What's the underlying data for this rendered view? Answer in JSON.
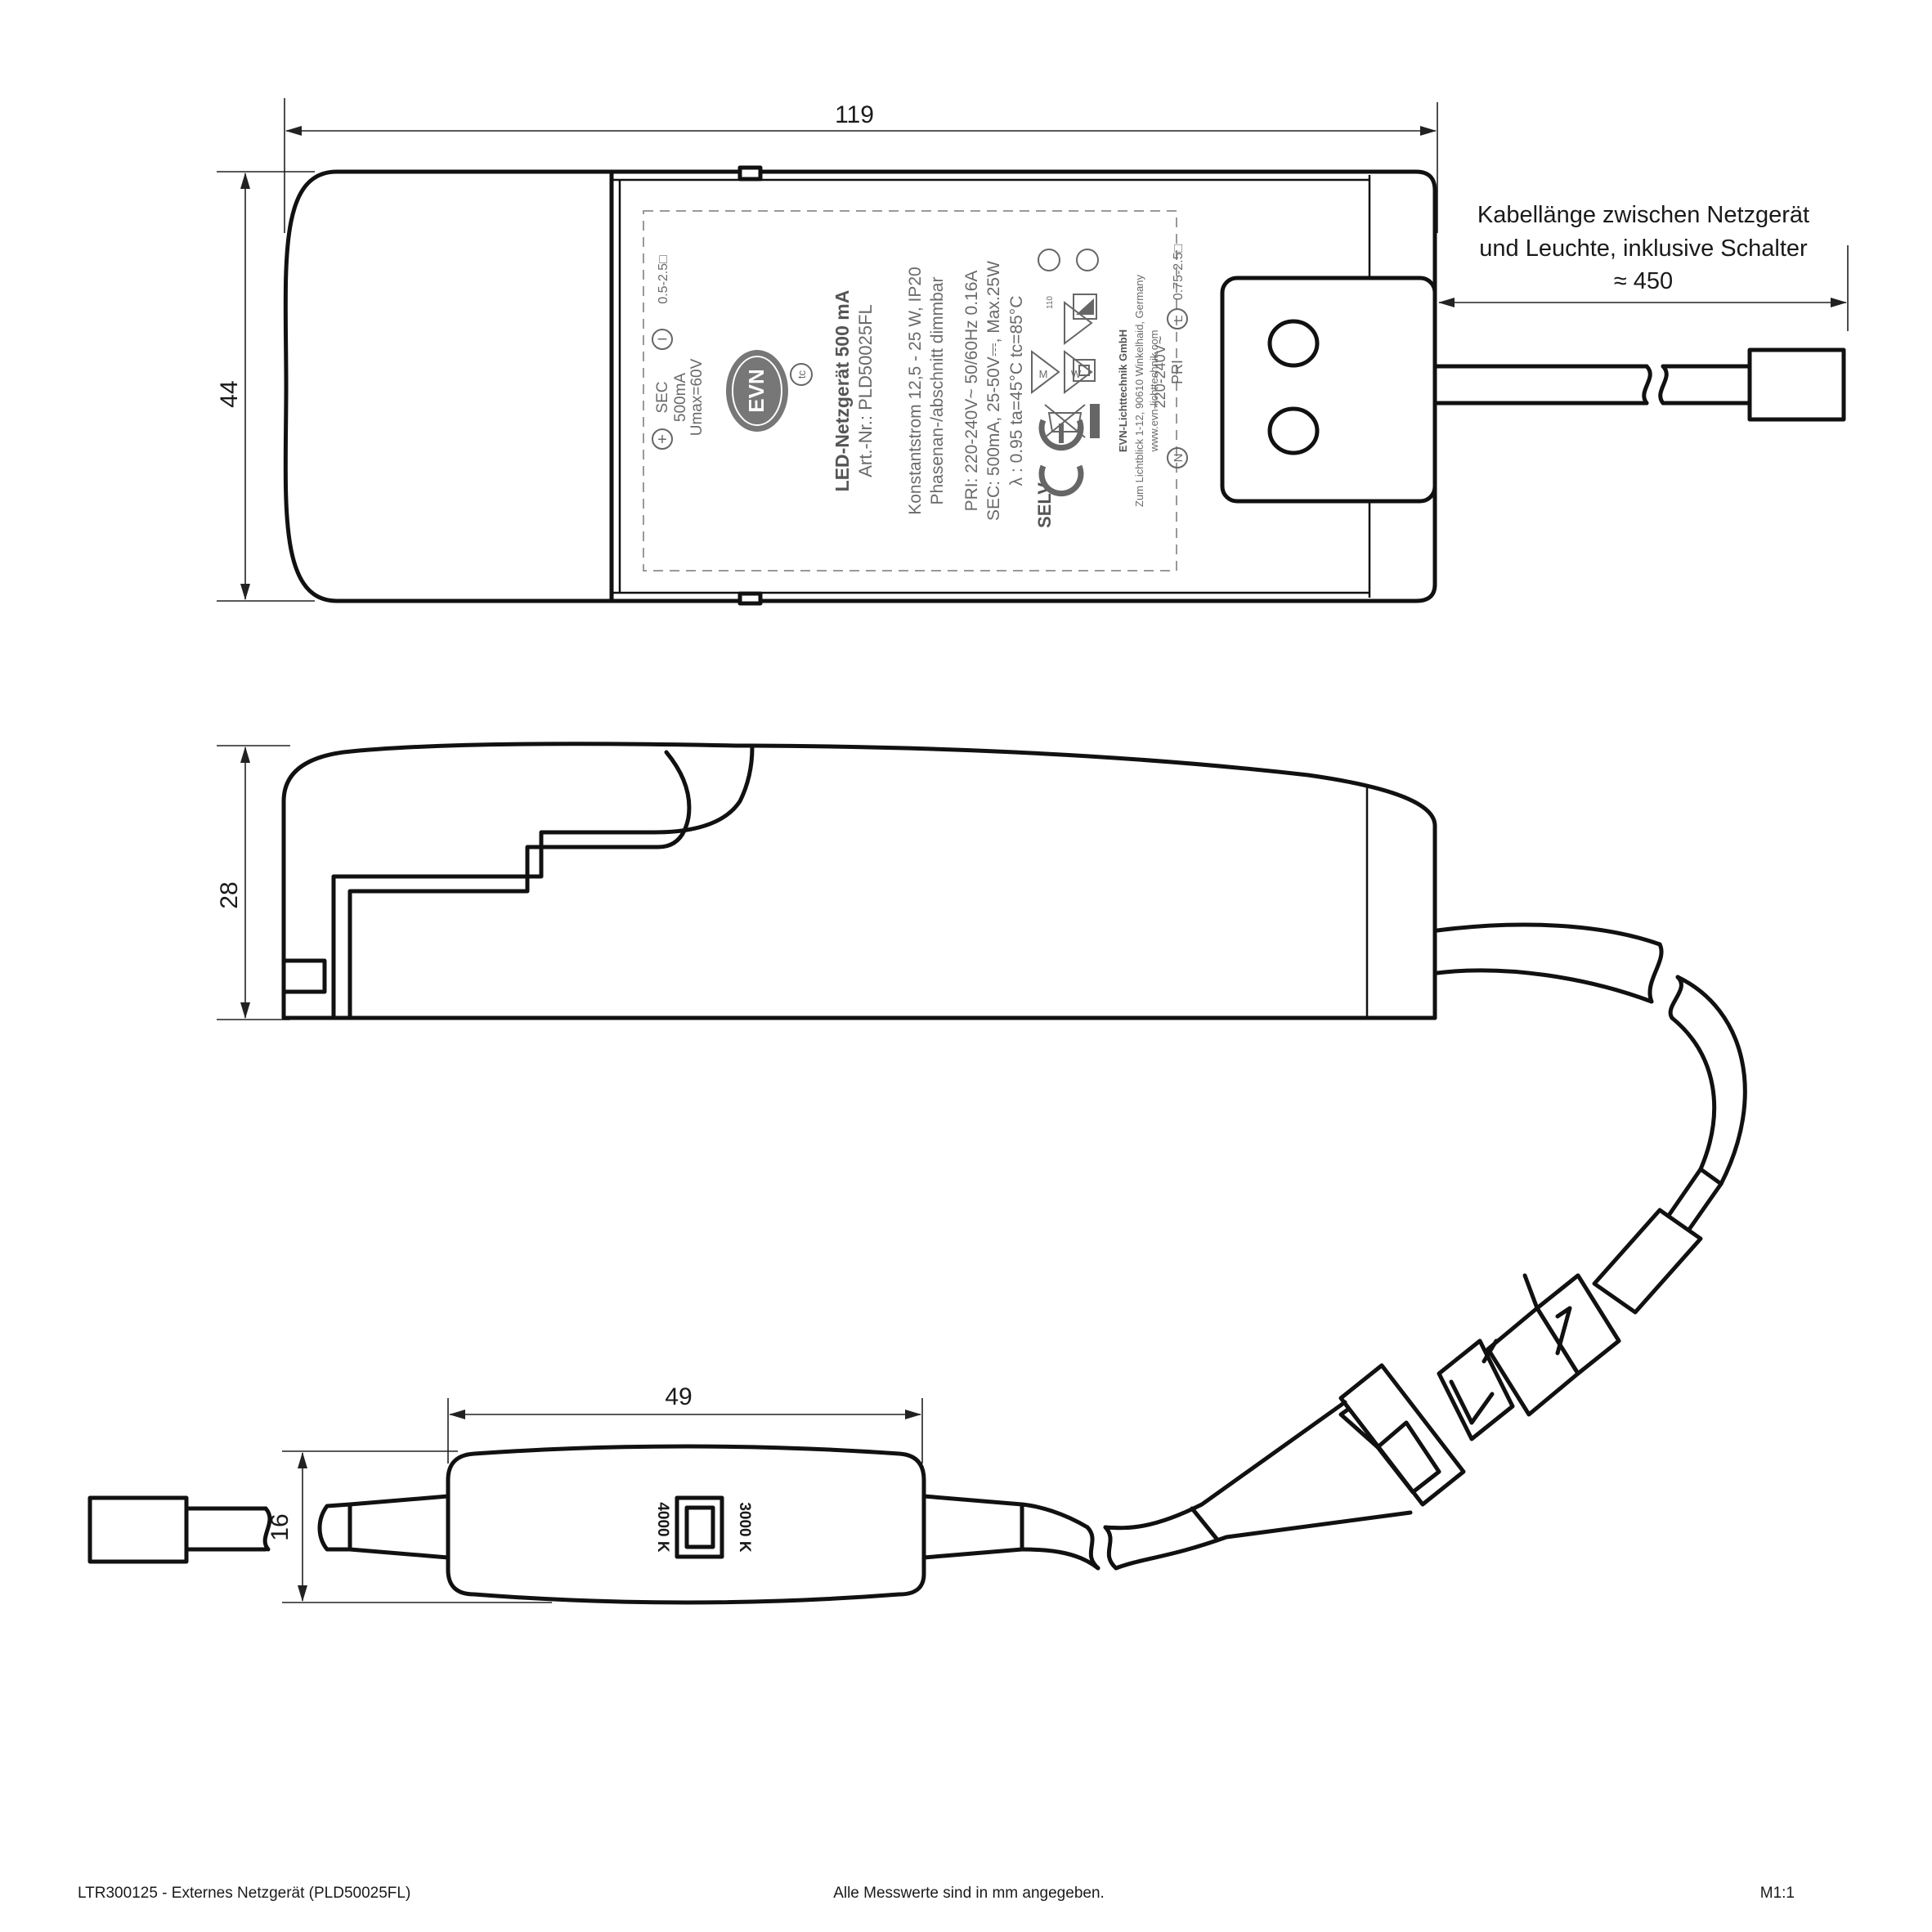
{
  "dimensions": {
    "width": "119",
    "height_top": "44",
    "height_side": "28",
    "switch_width": "49",
    "switch_height": "16"
  },
  "cable_note": {
    "line1": "Kabellänge zwischen Netzgerät",
    "line2": "und Leuchte, inklusive Schalter",
    "value": "≈ 450"
  },
  "label": {
    "title": "LED-Netzgerät 500 mA",
    "article": "Art.-Nr.: PLD50025FL",
    "line1": "Konstantstrom 12,5 - 25 W, IP20",
    "line2": "Phasenan-/abschnitt dimmbar",
    "pri": "PRI: 220-240V~ 50/60Hz  0.16A",
    "sec": "SEC: 500mA, 25-50V⎓, Max.25W",
    "lambda": "λ : 0.95  ta=45°C  tc=85°C",
    "selv": "SELV",
    "company": "EVN-Lichttechnik GmbH",
    "address": "Zum Lichtblick 1-12, 90610 Winkelhaid, Germany",
    "web": "www.evn-lichttechnik.com",
    "sec_block_1": "SEC",
    "sec_block_2": "500mA",
    "sec_block_3": "Umax=60V",
    "sec_wire": "0.5-2.5□",
    "pri_block_1": "220-240V~",
    "pri_block_2": "PRI",
    "pri_wire": "0.75-2.5□",
    "tc": "tc",
    "n_symbol": "N",
    "l_symbol": "L",
    "plus_symbol": "+",
    "minus_symbol": "−",
    "logo": "EVN",
    "temp_110": "110"
  },
  "switch": {
    "label_left": "4000 K",
    "label_right": "3000 K"
  },
  "footer": {
    "left": "LTR300125 - Externes Netzgerät (PLD50025FL)",
    "center": "Alle Messwerte sind in mm angegeben.",
    "right": "M1:1"
  }
}
